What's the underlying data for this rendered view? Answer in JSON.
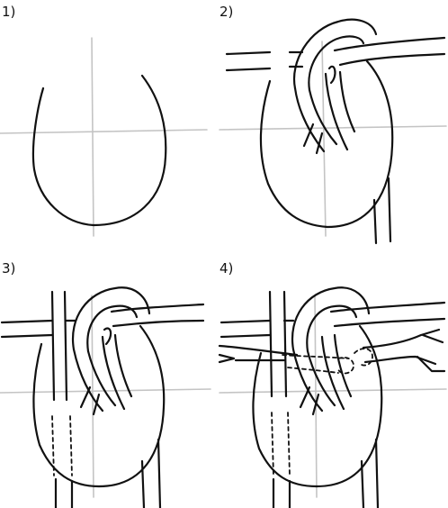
{
  "panels": [
    {
      "label": "1)"
    },
    {
      "label": "2)"
    },
    {
      "label": "3)"
    },
    {
      "label": "4)"
    }
  ],
  "colors": {
    "ink": "#111111",
    "guide": "#c4c4c4",
    "background": "#ffffff"
  }
}
